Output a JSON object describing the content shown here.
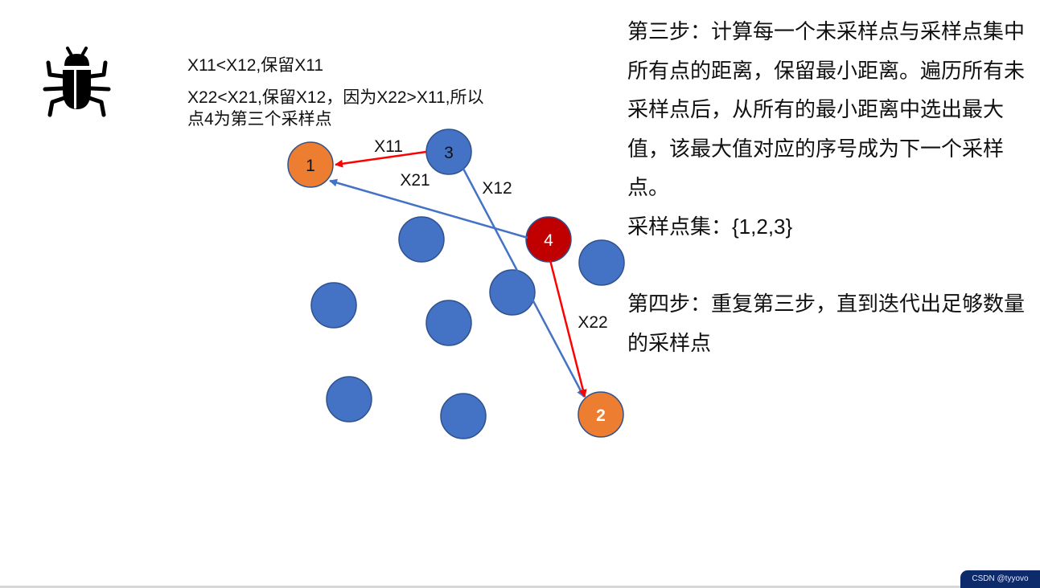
{
  "notes": {
    "line1": "X11<X12,保留X11",
    "line2": "X22<X21,保留X12，因为X22>X11,所以",
    "line3": "点4为第三个采样点"
  },
  "nodes": {
    "n1": "1",
    "n2": "2",
    "n3": "3",
    "n4": "4"
  },
  "edge_labels": {
    "x11": "X11",
    "x21": "X21",
    "x12": "X12",
    "x22": "X22"
  },
  "steps": {
    "step3": "第三步：计算每一个未采样点与采样点集中所有点的距离，保留最小距离。遍历所有未采样点后，从所有的最小距离中选出最大值，该最大值对应的序号成为下一个采样点。",
    "sample_set": "采样点集：{1,2,3}",
    "step4": "第四步：重复第三步，直到迭代出足够数量的采样点"
  },
  "watermark": "CSDN @tyyovo",
  "colors": {
    "blue": "#4472c4",
    "orange": "#ed7d31",
    "red": "#c00000",
    "arrow_red": "#ff0000",
    "arrow_blue": "#4472c4"
  },
  "icons": [
    "bug-icon"
  ]
}
